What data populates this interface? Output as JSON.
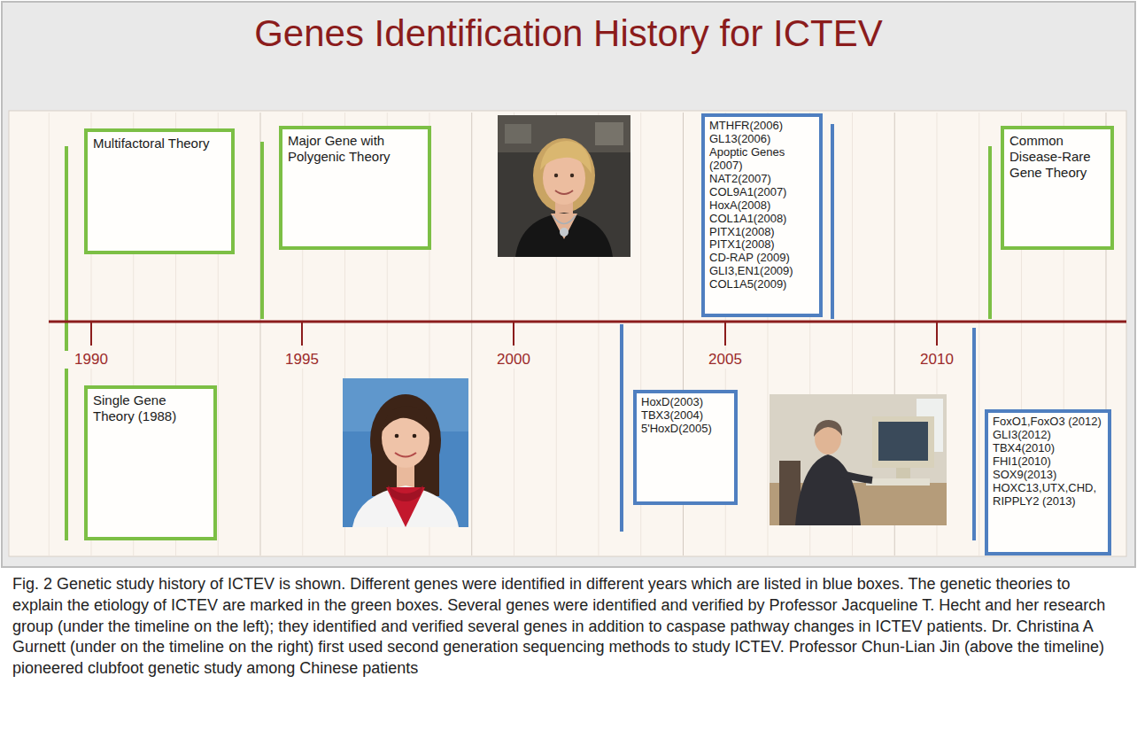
{
  "diagram": {
    "title": "Genes Identification History for ICTEV",
    "caption": "Fig. 2 Genetic study history of ICTEV is shown. Different genes were identified in different years which are listed in blue boxes. The genetic theories to explain the etiology of ICTEV are marked in the green boxes. Several genes were identified and verified by Professor Jacqueline T. Hecht and her research group (under the timeline on the left); they identified and verified several genes in addition to caspase pathway changes in ICTEV patients. Dr. Christina A Gurnett (under on the timeline on the right) first used second generation sequencing methods to study ICTEV. Professor Chun-Lian Jin (above the timeline) pioneered clubfoot genetic study among Chinese patients",
    "nodes": [
      {
        "text": [
          "Multifactoral Theory"
        ]
      },
      {
        "text": [
          "Single Gene Theory (1988)"
        ]
      },
      {
        "text": [
          "Major Gene with Polygenic Theory"
        ]
      },
      {
        "text": [
          "HoxD(2003)",
          "TBX3(2004)",
          "5'HoxD(2005)"
        ]
      },
      {
        "text": [
          "MTHFR(2006)",
          "GL13(2006)",
          "Apoptic Genes (2007)",
          "NAT2(2007)",
          "COL9A1(2007)",
          "HoxA(2008)",
          "COL1A1(2008)",
          "PITX1(2008)",
          "PITX1(2008)",
          "CD-RAP (2009)",
          "GLI3,EN1(2009)",
          "COL1A5(2009)"
        ]
      },
      {
        "text": [
          "FoxO1,FoxO3 (2012)",
          "GLI3(2012)",
          "TBX4(2010)",
          "FHI1(2010)",
          "SOX9(2013)",
          "HOXC13,UTX,CHD,RIPPLY2 (2013)"
        ]
      },
      {
        "text": [
          "Common Disease-Rare Gene Theory"
        ]
      }
    ],
    "labels": [
      "1990",
      "1995",
      "2000",
      "2005",
      "2010"
    ]
  }
}
